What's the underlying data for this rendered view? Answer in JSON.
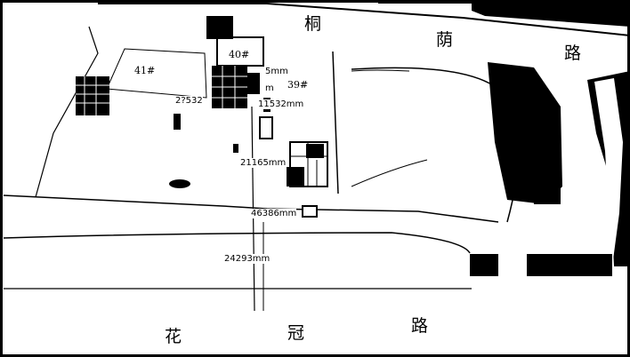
{
  "road_labels": {
    "tongyin_1": "桐",
    "tongyin_2": "荫",
    "tongyin_3": "路",
    "huaguan_1": "花",
    "huaguan_2": "冠",
    "huaguan_3": "路"
  },
  "building_labels": {
    "b40": "40#",
    "b41": "41#",
    "b39": "39#"
  },
  "dimension_labels": {
    "d_top_mm": "5mm",
    "d_left_partial": "2?532",
    "d_mm_partial": "m",
    "d_11532": "11532mm",
    "d_21165": "21165mm",
    "d_46386": "46386mm",
    "d_24293": "24293mm"
  },
  "colors": {
    "ink": "#000000",
    "paper": "#ffffff"
  }
}
